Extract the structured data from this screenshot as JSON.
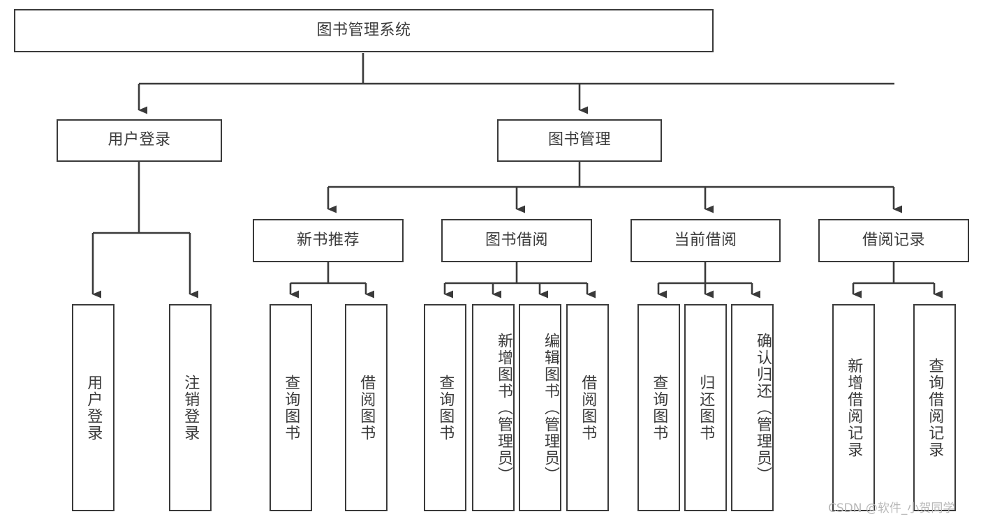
{
  "diagram": {
    "title": "图书管理系统",
    "type": "tree-hierarchy",
    "root": {
      "label": "图书管理系统"
    },
    "level2": [
      {
        "id": "user-login",
        "label": "用户登录"
      },
      {
        "id": "book-manage",
        "label": "图书管理"
      }
    ],
    "level3": [
      {
        "id": "new-book-recommend",
        "label": "新书推荐",
        "parent": "book-manage"
      },
      {
        "id": "book-borrow",
        "label": "图书借阅",
        "parent": "book-manage"
      },
      {
        "id": "current-borrow",
        "label": "当前借阅",
        "parent": "book-manage"
      },
      {
        "id": "borrow-record",
        "label": "借阅记录",
        "parent": "book-manage"
      }
    ],
    "leaves": [
      {
        "id": "leaf-user-login",
        "label": "用户登录",
        "parent": "user-login"
      },
      {
        "id": "leaf-logout-login",
        "label": "注销登录",
        "parent": "user-login"
      },
      {
        "id": "leaf-query-book-1",
        "label": "查询图书",
        "parent": "new-book-recommend"
      },
      {
        "id": "leaf-borrow-book-1",
        "label": "借阅图书",
        "parent": "new-book-recommend"
      },
      {
        "id": "leaf-query-book-2",
        "label": "查询图书",
        "parent": "book-borrow"
      },
      {
        "id": "leaf-add-book",
        "label": "新增图书（管理员）",
        "parent": "book-borrow"
      },
      {
        "id": "leaf-edit-book",
        "label": "编辑图书（管理员）",
        "parent": "book-borrow"
      },
      {
        "id": "leaf-borrow-book-2",
        "label": "借阅图书",
        "parent": "book-borrow"
      },
      {
        "id": "leaf-query-book-3",
        "label": "查询图书",
        "parent": "current-borrow"
      },
      {
        "id": "leaf-return-book",
        "label": "归还图书",
        "parent": "current-borrow"
      },
      {
        "id": "leaf-confirm-return",
        "label": "确认归还（管理员）",
        "parent": "current-borrow"
      },
      {
        "id": "leaf-add-record",
        "label": "新增借阅记录",
        "parent": "borrow-record"
      },
      {
        "id": "leaf-query-record",
        "label": "查询借阅记录",
        "parent": "borrow-record"
      }
    ],
    "watermark": "CSDN @软件_小贺同学",
    "colors": {
      "stroke": "#3a3a3a",
      "text": "#3b3b3b",
      "background": "#ffffff",
      "watermark": "#b8b8b8"
    }
  }
}
